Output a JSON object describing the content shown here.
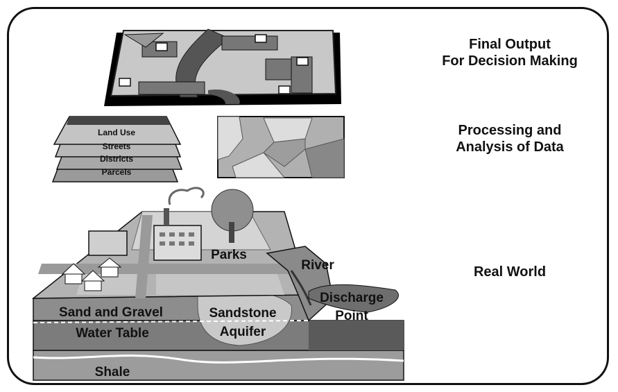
{
  "levels": {
    "top": {
      "line1": "Final Output",
      "line2": "For Decision Making"
    },
    "middle": {
      "line1": "Processing and",
      "line2": "Analysis of Data"
    },
    "bottom": {
      "line1": "Real World"
    }
  },
  "layers": [
    "Land Use",
    "Streets",
    "Districts",
    "Parcels"
  ],
  "features": {
    "parks": "Parks",
    "river": "River",
    "discharge": "Discharge",
    "point": "Point",
    "sand": "Sand and Gravel",
    "water_table": "Water Table",
    "sandstone": "Sandstone",
    "aquifer": "Aquifer",
    "shale": "Shale"
  }
}
